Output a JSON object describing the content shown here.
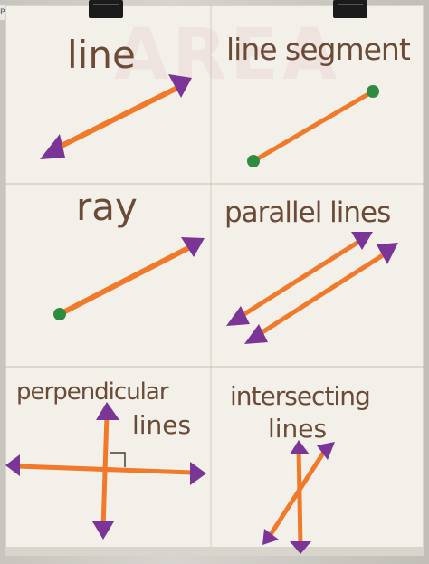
{
  "side_tag": "Pro",
  "background_word": "AREA",
  "labels": {
    "line": "line",
    "line_segment": "line segment",
    "ray": "ray",
    "parallel_lines": "parallel lines",
    "perpendicular_1": "perpendicular",
    "perpendicular_2": "lines",
    "intersecting_1": "intersecting",
    "intersecting_2": "lines"
  },
  "colors": {
    "stroke": "#f07a2a",
    "arrow": "#7a3596",
    "endpoint": "#2e8b3f",
    "text": "#6b4a36"
  }
}
